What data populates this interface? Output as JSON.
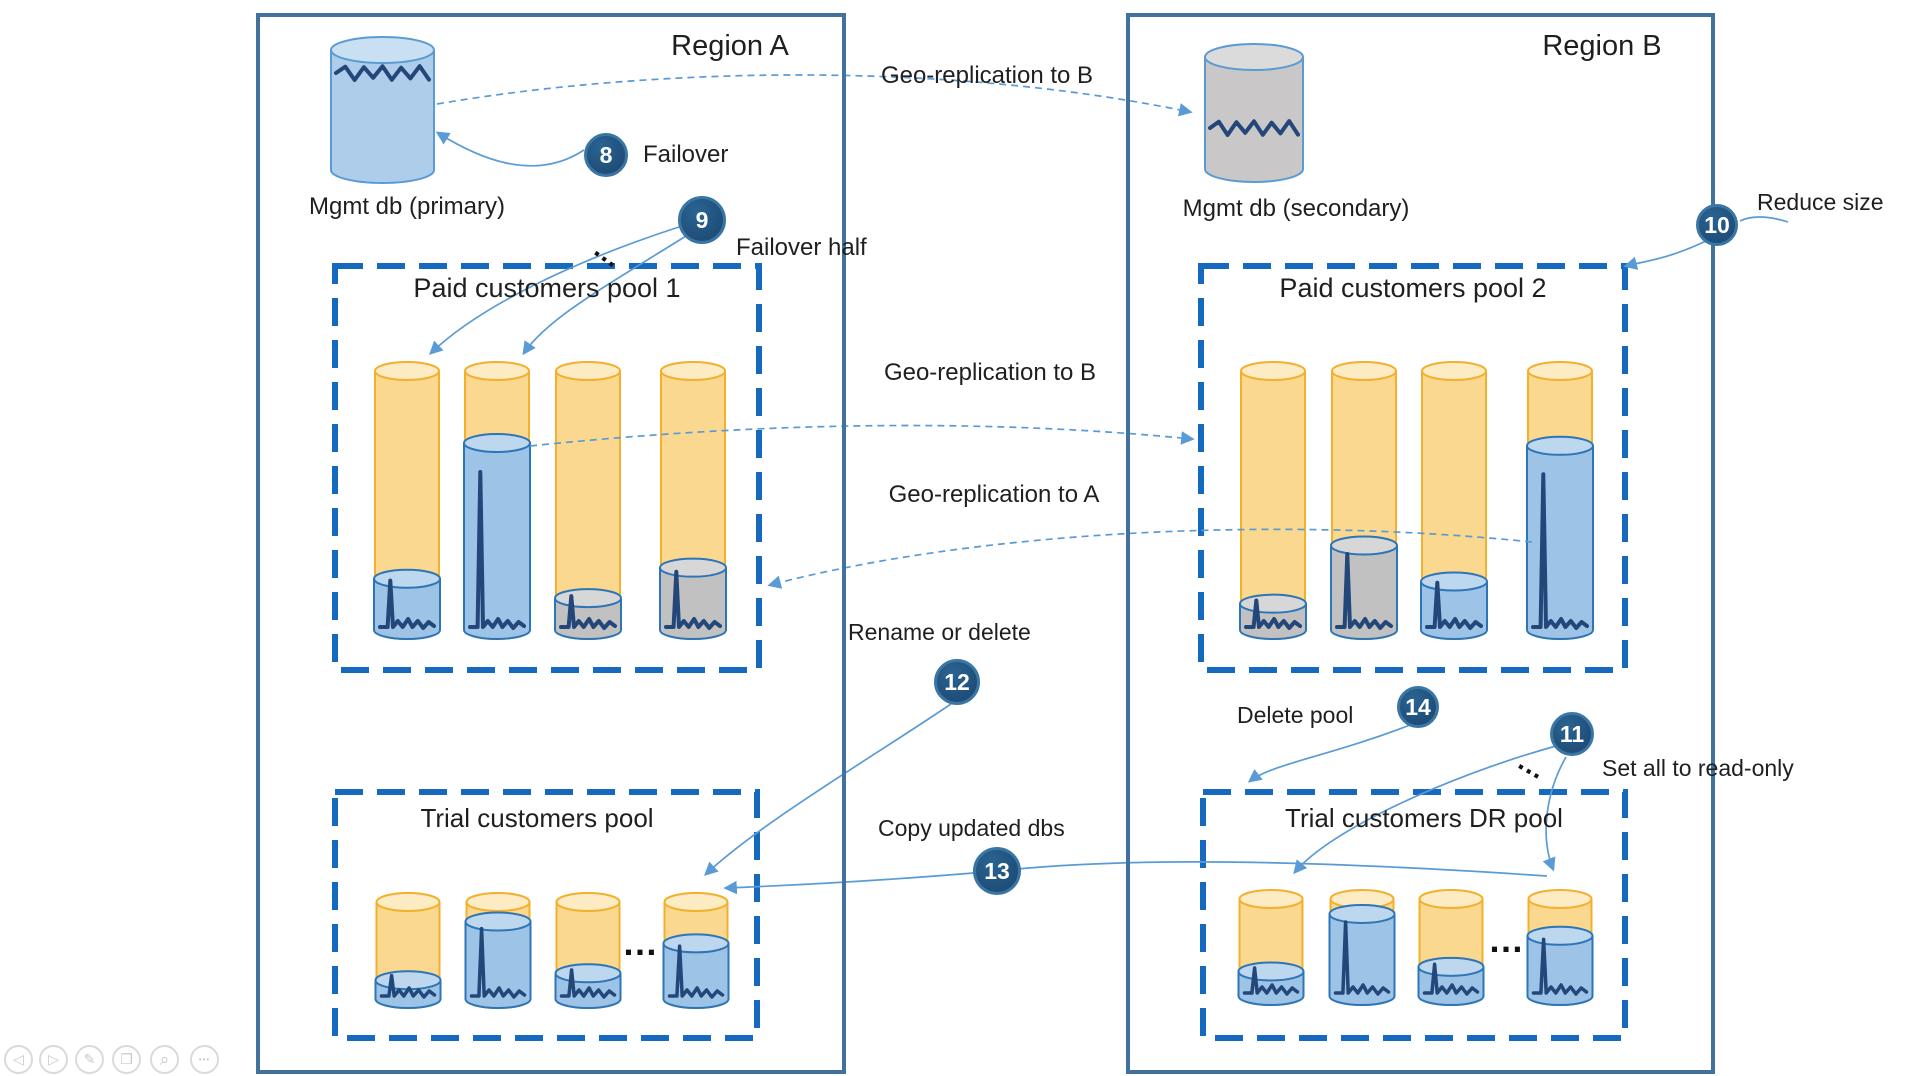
{
  "regions": {
    "a": {
      "title": "Region A"
    },
    "b": {
      "title": "Region B"
    }
  },
  "mgmt_dbs": {
    "primary": {
      "label": "Mgmt db (primary)"
    },
    "secondary": {
      "label": "Mgmt db (secondary)"
    }
  },
  "pools": {
    "paid1": {
      "title": "Paid customers pool 1",
      "dbs": [
        {
          "fill": "blue",
          "level": 0.25
        },
        {
          "fill": "blue",
          "level": 0.74
        },
        {
          "fill": "gray",
          "level": 0.18
        },
        {
          "fill": "gray",
          "level": 0.29
        }
      ]
    },
    "paid2": {
      "title": "Paid customers pool 2",
      "dbs": [
        {
          "fill": "gray",
          "level": 0.16
        },
        {
          "fill": "gray",
          "level": 0.37
        },
        {
          "fill": "blue",
          "level": 0.24
        },
        {
          "fill": "blue",
          "level": 0.73
        }
      ]
    },
    "trial_a": {
      "title": "Trial customers pool",
      "dbs": [
        {
          "fill": "blue",
          "level": 0.32
        },
        {
          "fill": "blue",
          "level": 0.83
        },
        {
          "fill": "blue",
          "level": 0.38
        },
        {
          "fill": "blue",
          "level": 0.64
        }
      ]
    },
    "trial_dr": {
      "title": "Trial customers DR pool",
      "dbs": [
        {
          "fill": "blue",
          "level": 0.37
        },
        {
          "fill": "blue",
          "level": 0.87
        },
        {
          "fill": "blue",
          "level": 0.41
        },
        {
          "fill": "blue",
          "level": 0.68
        }
      ]
    }
  },
  "steps": [
    {
      "num": "8",
      "label": "Failover"
    },
    {
      "num": "9",
      "label": "Failover half"
    },
    {
      "num": "10",
      "label": "Reduce size"
    },
    {
      "num": "11",
      "label": "Set all to read-only"
    },
    {
      "num": "12",
      "label": "Rename or delete"
    },
    {
      "num": "13",
      "label": "Copy updated dbs"
    },
    {
      "num": "14",
      "label": "Delete pool"
    }
  ],
  "flow_labels": {
    "geo_b_top": "Geo-replication to B",
    "geo_b_mid": "Geo-replication to B",
    "geo_a": "Geo-replication to A"
  },
  "decorations": {
    "more_dots": "…"
  },
  "presenter_controls": [
    {
      "name": "previous",
      "glyph": "◁"
    },
    {
      "name": "next",
      "glyph": "▷"
    },
    {
      "name": "pen",
      "glyph": "✎"
    },
    {
      "name": "see-all-slides",
      "glyph": "❐"
    },
    {
      "name": "zoom",
      "glyph": "⌕"
    },
    {
      "name": "more-options",
      "glyph": "•••"
    }
  ],
  "colors": {
    "region_border": "#41719C",
    "pool_border": "#1569BF",
    "orange_body": "#FBD88F",
    "orange_top": "#FDEBC4",
    "orange_stroke": "#F2B02F",
    "blue_body": "#9DC3E6",
    "blue_top": "#BDD7EE",
    "blue_stroke": "#2E75B6",
    "gray_body": "#C2C1C1",
    "gray_top": "#D8D7D7",
    "gray_stroke": "#2E75B6",
    "mgmt_blue_body": "#AECDEB",
    "mgmt_blue_top": "#C9DFF2",
    "mgmt_gray_body": "#C9C7C7",
    "mgmt_gray_top": "#DCDBDB",
    "waveform": "#24477A",
    "arrow": "#5B9BD5",
    "circle_fill": "#1F4E79",
    "text": "#1F1F1F"
  }
}
